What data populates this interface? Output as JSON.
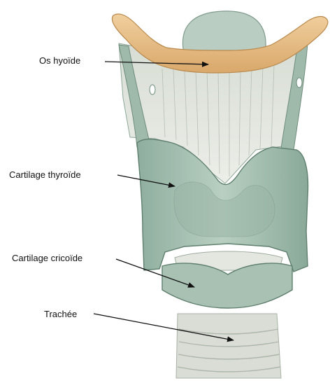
{
  "labels": {
    "hyoid": "Os hyoïde",
    "thyroid": "Cartilage thyroïde",
    "cricoid": "Cartilage cricoïde",
    "trachea": "Trachée"
  },
  "colors": {
    "background": "#ffffff",
    "bone": "#e8c08a",
    "cartilage": "#a9c3b3",
    "membrane": "#e2e6df",
    "trachea": "#d9ddd6",
    "label_text": "#111111",
    "leader_line": "#111111"
  }
}
